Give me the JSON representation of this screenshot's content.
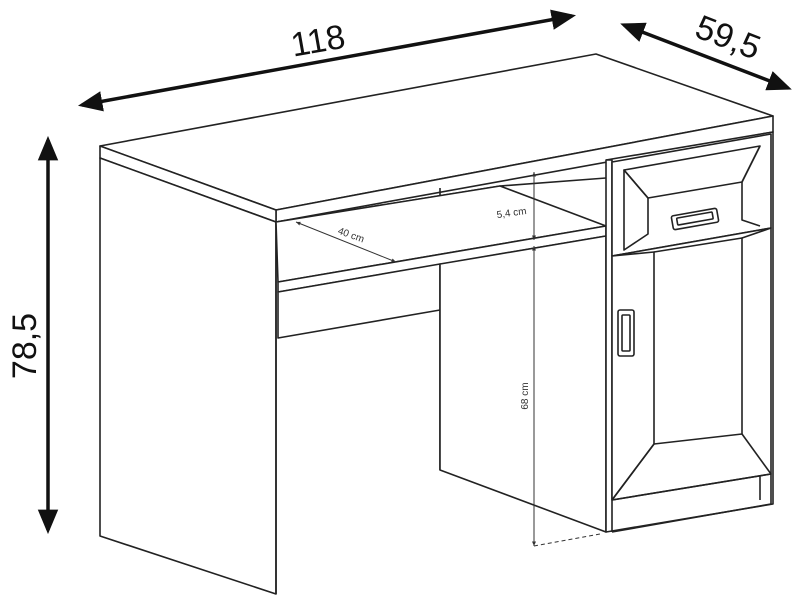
{
  "dimensions": {
    "width_label": "118",
    "depth_label": "59,5",
    "height_label": "78,5",
    "shelf_depth_label": "40 cm",
    "shelf_gap_label": "5,4 cm",
    "legroom_height_label": "68 cm"
  },
  "colors": {
    "line": "#222222",
    "dimension_arrow": "#111111",
    "background": "#ffffff"
  }
}
